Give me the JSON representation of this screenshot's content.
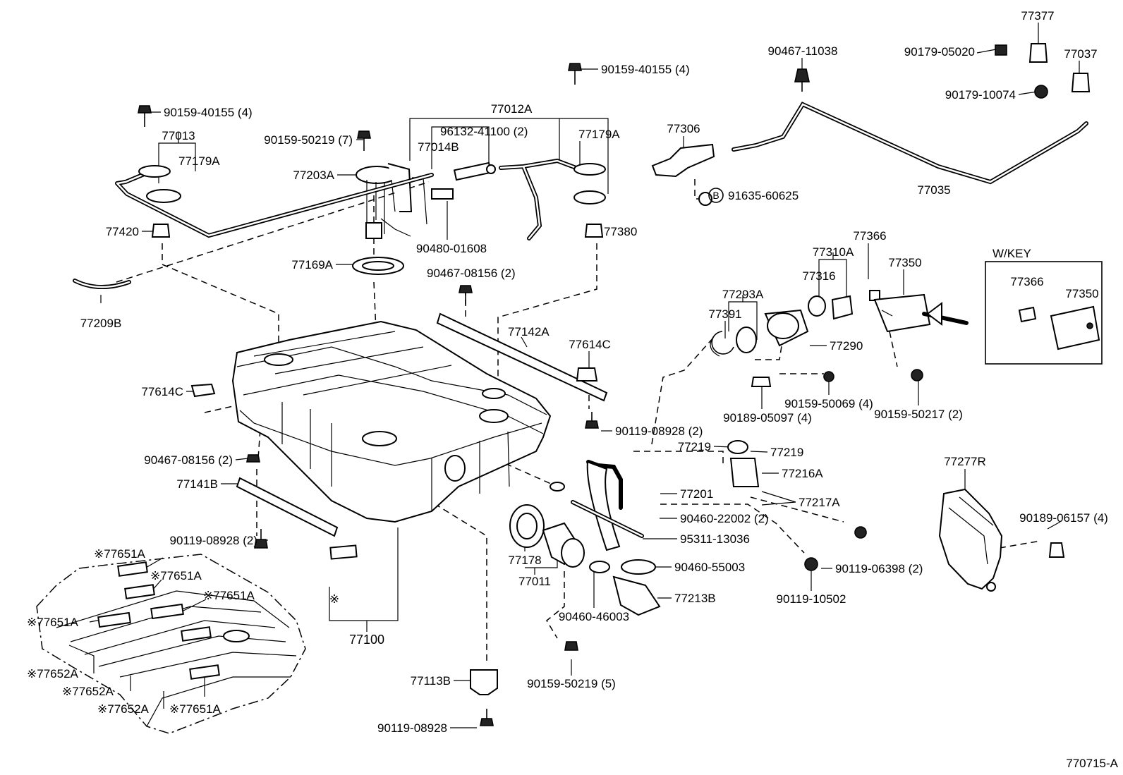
{
  "diagram": {
    "footer_code": "770715-A",
    "wkey_label": "W/KEY",
    "labels": {
      "l_77377": "77377",
      "l_90179_05020": "90179-05020",
      "l_77037": "77037",
      "l_90179_10074": "90179-10074",
      "l_90467_11038": "90467-11038",
      "l_90159_40155_4_top": "90159-40155 (4)",
      "l_90159_40155_4_left": "90159-40155 (4)",
      "l_77012A": "77012A",
      "l_96132_41100_2": "96132-41100 (2)",
      "l_77014B": "77014B",
      "l_77179A_r": "77179A",
      "l_77013": "77013",
      "l_77179A_l": "77179A",
      "l_90159_50219_7": "90159-50219 (7)",
      "l_77203A": "77203A",
      "l_77306": "77306",
      "l_91635_60625": "91635-60625",
      "l_b_mark": "B",
      "l_77035": "77035",
      "l_77420": "77420",
      "l_90480_01608": "90480-01608",
      "l_77380": "77380",
      "l_77366_a": "77366",
      "l_77310A": "77310A",
      "l_77169A": "77169A",
      "l_90467_08156_2_top": "90467-08156 (2)",
      "l_77316": "77316",
      "l_77350_a": "77350",
      "l_77366_b": "77366",
      "l_77350_b": "77350",
      "l_77209B": "77209B",
      "l_77293A": "77293A",
      "l_77391": "77391",
      "l_77142A": "77142A",
      "l_77290": "77290",
      "l_77614C_r": "77614C",
      "l_77614C_l": "77614C",
      "l_90159_50069_4": "90159-50069 (4)",
      "l_90189_05097_4": "90189-05097 (4)",
      "l_90159_50217_2": "90159-50217 (2)",
      "l_90119_08928_2_r": "90119-08928 (2)",
      "l_77219_a": "77219",
      "l_77219_b": "77219",
      "l_90467_08156_2_left": "90467-08156 (2)",
      "l_77216A": "77216A",
      "l_77277R": "77277R",
      "l_77141B": "77141B",
      "l_77201": "77201",
      "l_77217A": "77217A",
      "l_90460_22002_2": "90460-22002 (2)",
      "l_90189_06157_4": "90189-06157 (4)",
      "l_90119_08928_2_l": "90119-08928 (2)",
      "l_95311_13036": "95311-13036",
      "l_77178": "77178",
      "l_77651A_1": "※77651A",
      "l_77651A_2": "※77651A",
      "l_77651A_3": "※77651A",
      "l_77651A_4": "※77651A",
      "l_77651A_5": "※77651A",
      "l_90460_55003": "90460-55003",
      "l_90119_06398_2": "90119-06398 (2)",
      "l_77011": "77011",
      "l_77213B": "77213B",
      "l_90119_10502": "90119-10502",
      "l_asterisk_mark": "※",
      "l_90460_46003": "90460-46003",
      "l_77100": "77100",
      "l_77652A_1": "※77652A",
      "l_77652A_2": "※77652A",
      "l_77652A_3": "※77652A",
      "l_90159_50219_5": "90159-50219 (5)",
      "l_77113B": "77113B",
      "l_90119_08928": "90119-08928"
    }
  }
}
